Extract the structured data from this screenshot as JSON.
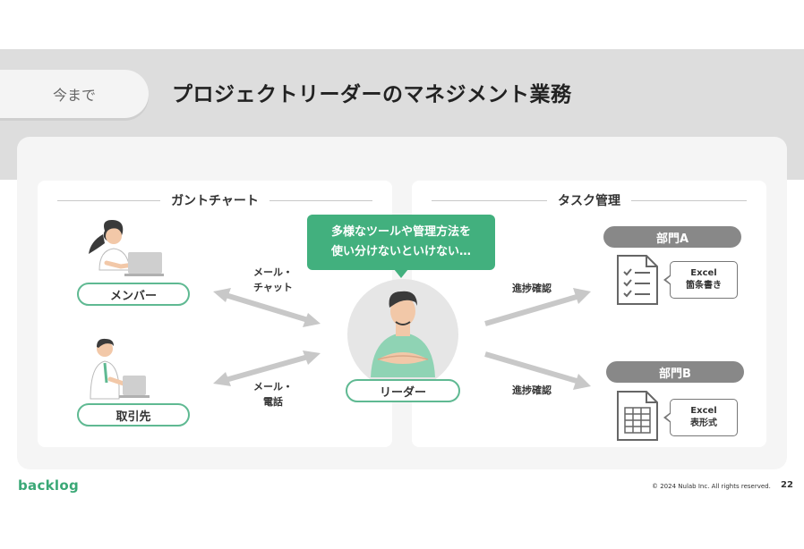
{
  "header": {
    "tag": "今まで",
    "title": "プロジェクトリーダーのマネジメント業務"
  },
  "left_panel": {
    "title": "ガントチャート",
    "member_label": "メンバー",
    "client_label": "取引先",
    "arrow_top_label": [
      "メール・",
      "チャット"
    ],
    "arrow_bottom_label": [
      "メール・",
      "電話"
    ]
  },
  "center": {
    "bubble_lines": [
      "多様なツールや管理方法を",
      "使い分けないといけない…"
    ],
    "leader_label": "リーダー"
  },
  "right_panel": {
    "title": "タスク管理",
    "arrow_top_label": "進捗確認",
    "arrow_bottom_label": "進捗確認",
    "dept_a": {
      "label": "部門A",
      "doc_title": "Excel",
      "doc_sub": "箇条書き"
    },
    "dept_b": {
      "label": "部門B",
      "doc_title": "Excel",
      "doc_sub": "表形式"
    }
  },
  "footer": {
    "logo": "backlog",
    "copyright": "© 2024 Nulab Inc. All rights reserved.",
    "page": "22"
  },
  "colors": {
    "accent_green": "#42b07e",
    "pill_border_green": "#5fb992",
    "arrow_gray": "#c8c8c8",
    "dept_pill_gray": "#888888"
  }
}
